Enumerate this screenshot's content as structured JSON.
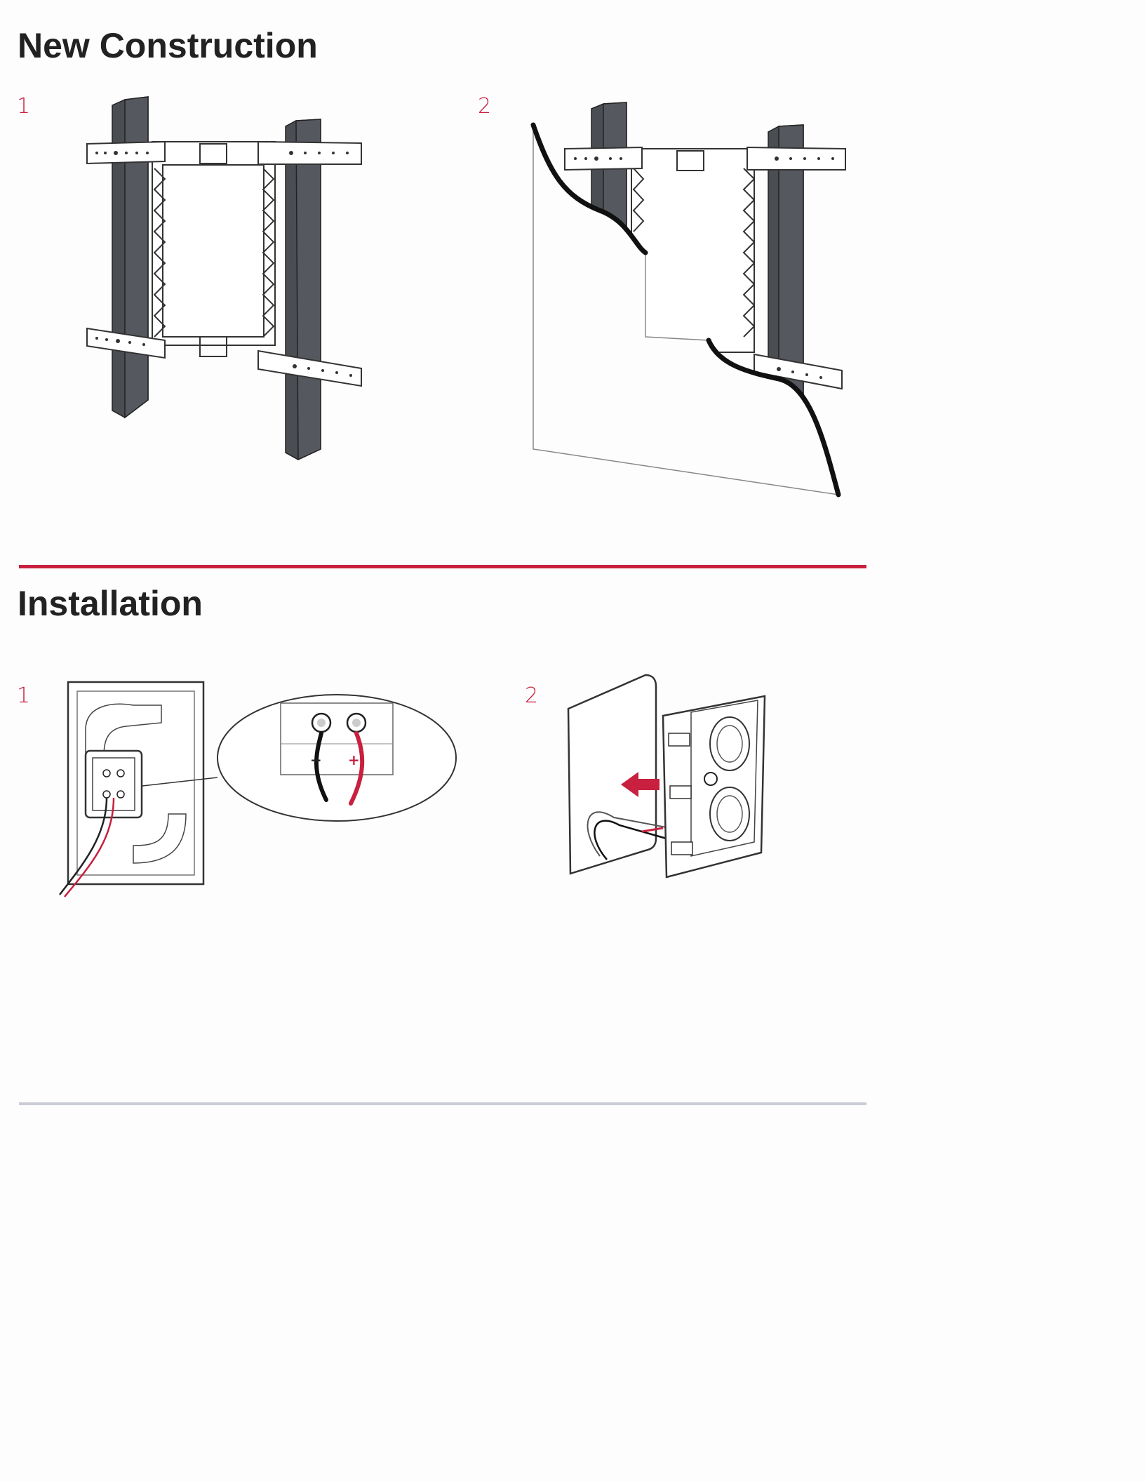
{
  "sections": [
    {
      "title": "New Construction",
      "steps": [
        "1",
        "2"
      ]
    },
    {
      "title": "Installation",
      "steps": [
        "1",
        "2"
      ]
    }
  ],
  "polarity": {
    "minus": "−",
    "plus": "+"
  },
  "colors": {
    "accent": "#c8203e",
    "rule_grey": "#c9ccd4",
    "stud": "#4a4d52",
    "title": "#222222"
  }
}
